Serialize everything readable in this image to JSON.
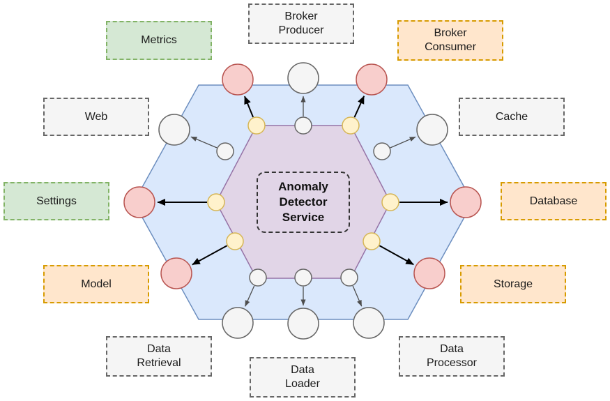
{
  "diagram": {
    "type": "hexagonal-architecture",
    "center_label": "Anomaly\nDetector\nService",
    "nodes": {
      "metrics": {
        "label": "Metrics",
        "box_style": "green",
        "adapter_color": "red",
        "port_color": "yellow",
        "arrow": "thick"
      },
      "broker_producer": {
        "label": "Broker\nProducer",
        "box_style": "gray",
        "adapter_color": "gray",
        "port_color": "gray",
        "arrow": "thin"
      },
      "broker_consumer": {
        "label": "Broker\nConsumer",
        "box_style": "orange",
        "adapter_color": "red",
        "port_color": "yellow",
        "arrow": "thick"
      },
      "web": {
        "label": "Web",
        "box_style": "gray",
        "adapter_color": "gray",
        "port_color": "gray",
        "arrow": "thin"
      },
      "cache": {
        "label": "Cache",
        "box_style": "gray",
        "adapter_color": "gray",
        "port_color": "gray",
        "arrow": "thin"
      },
      "settings": {
        "label": "Settings",
        "box_style": "green",
        "adapter_color": "red",
        "port_color": "yellow",
        "arrow": "thick"
      },
      "database": {
        "label": "Database",
        "box_style": "orange",
        "adapter_color": "red",
        "port_color": "yellow",
        "arrow": "thick"
      },
      "model": {
        "label": "Model",
        "box_style": "orange",
        "adapter_color": "red",
        "port_color": "yellow",
        "arrow": "thick"
      },
      "storage": {
        "label": "Storage",
        "box_style": "orange",
        "adapter_color": "red",
        "port_color": "yellow",
        "arrow": "thick"
      },
      "data_retrieval": {
        "label": "Data\nRetrieval",
        "box_style": "gray",
        "adapter_color": "gray",
        "port_color": "gray",
        "arrow": "thin"
      },
      "data_loader": {
        "label": "Data\nLoader",
        "box_style": "gray",
        "adapter_color": "gray",
        "port_color": "gray",
        "arrow": "thin"
      },
      "data_processor": {
        "label": "Data\nProcessor",
        "box_style": "gray",
        "adapter_color": "gray",
        "port_color": "gray",
        "arrow": "thin"
      }
    },
    "colors": {
      "outer_hexagon_fill": "#DAE8FC",
      "outer_hexagon_stroke": "#6C8EBF",
      "inner_hexagon_fill": "#E1D5E7",
      "inner_hexagon_stroke": "#9673A6",
      "green_label_fill": "#D5E8D4",
      "green_label_stroke": "#82B366",
      "orange_label_fill": "#FFE6CC",
      "orange_label_stroke": "#D79B00",
      "gray_label_fill": "#F5F5F5",
      "gray_label_stroke": "#666666",
      "red_adapter_fill": "#F8CECC",
      "red_adapter_stroke": "#B85450",
      "yellow_port_fill": "#FFF2CC",
      "yellow_port_stroke": "#D6B656",
      "thin_arrow": "#4d4d4d",
      "thick_arrow": "#000000"
    }
  }
}
